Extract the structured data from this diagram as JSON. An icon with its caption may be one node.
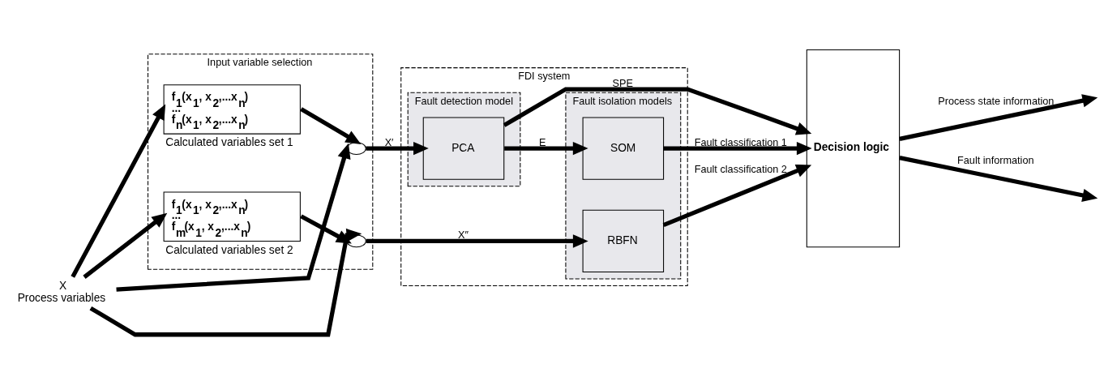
{
  "diagram": {
    "nodes": [
      {
        "text": [
          "Input variable selection"
        ]
      },
      {
        "text": [
          "f$_{1}$(x$_{1}$, x$_{2}$,...x$_{n}$)",
          "...",
          "f$_{n}$(x$_{1}$, x$_{2}$,...x$_{n}$)"
        ],
        "beside": [
          "Calculated variables set 1"
        ],
        "in": 0
      },
      {
        "text": [
          "f$_{1}$(x$_{1}$, x$_{2}$,...x$_{n}$)",
          "...",
          "f$_{m}$(x$_{1}$, x$_{2}$,...x$_{n}$)"
        ],
        "beside": [
          "Calculated variables set 2"
        ],
        "in": 0
      },
      {
        "text": [],
        "shape": "circle",
        "in": 0
      },
      {
        "text": [],
        "shape": "circle",
        "in": 0
      },
      {
        "text": [
          "FDI system"
        ]
      },
      {
        "text": [
          "Fault detection model"
        ],
        "in": 5
      },
      {
        "text": [
          "PCA"
        ],
        "in": 6
      },
      {
        "text": [
          "Fault isolation models"
        ],
        "in": 5
      },
      {
        "text": [
          "SOM"
        ],
        "in": 8
      },
      {
        "text": [
          "RBFN"
        ],
        "in": 8
      },
      {
        "text": [
          "Decision logic"
        ]
      },
      {
        "text": [
          "X",
          "Process variables"
        ]
      }
    ],
    "edges": [
      {
        "from": 12,
        "to": 1,
        "arrow": "to"
      },
      {
        "from": 12,
        "to": 2,
        "arrow": "to"
      },
      {
        "from": 12,
        "to": 3,
        "arrow": "to"
      },
      {
        "from": 12,
        "to": 4,
        "arrow": "to"
      },
      {
        "from": 1,
        "to": 3,
        "arrow": "to"
      },
      {
        "from": 2,
        "to": 4,
        "arrow": "to"
      },
      {
        "from": 3,
        "to": 7,
        "arrow": "to",
        "label": "X′"
      },
      {
        "from": 4,
        "to": 10,
        "arrow": "to",
        "label": "X″"
      },
      {
        "from": 7,
        "to": 11,
        "arrow": "to",
        "label": "SPE"
      },
      {
        "from": 7,
        "to": 9,
        "arrow": "to",
        "label": "E"
      },
      {
        "from": 9,
        "to": 11,
        "arrow": "to",
        "label": "Fault classification 1"
      },
      {
        "from": 10,
        "to": 11,
        "arrow": "to",
        "label": "Fault classification 2"
      },
      {
        "from": 11,
        "to": null,
        "arrow": "to",
        "label": "Process state information"
      },
      {
        "from": 11,
        "to": null,
        "arrow": "to",
        "label": "Fault information"
      }
    ]
  }
}
